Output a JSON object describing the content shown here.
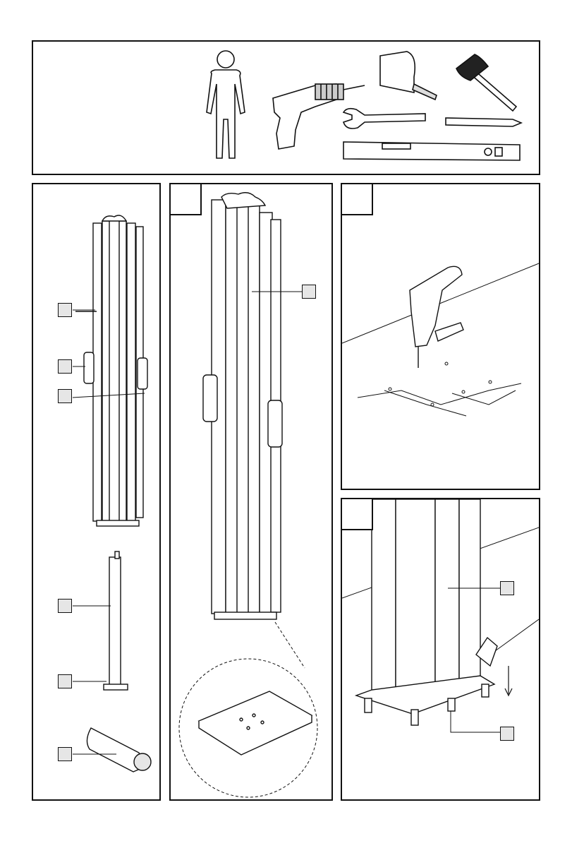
{
  "page": {
    "tools": [
      "person-icon",
      "drill-icon",
      "tape-measure-icon",
      "mallet-icon",
      "wrench-icon",
      "pencil-icon",
      "spirit-level-icon"
    ],
    "parts": [
      "screen-cassette",
      "handle",
      "handle-pin",
      "support-post",
      "post-base",
      "anchor-bolt"
    ],
    "colors": {
      "line": "#111111",
      "badge": "#e6e6e6",
      "background": "#ffffff"
    }
  }
}
